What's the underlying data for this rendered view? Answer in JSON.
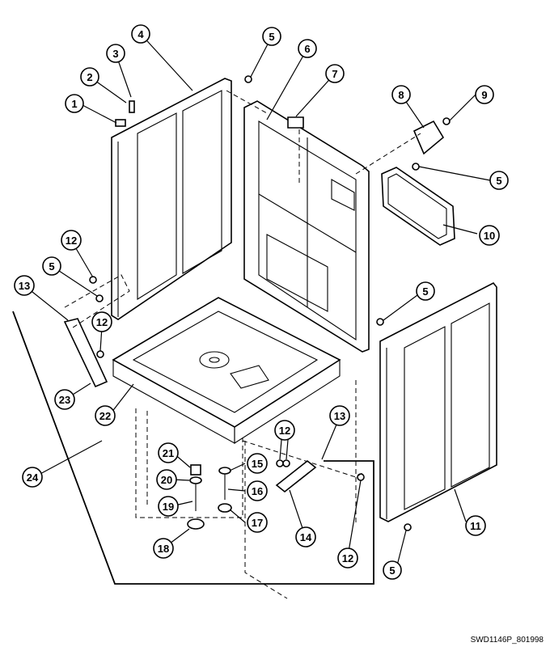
{
  "drawing_code": "SWD1146P_801998",
  "callouts": [
    {
      "label": "1"
    },
    {
      "label": "2"
    },
    {
      "label": "3"
    },
    {
      "label": "4"
    },
    {
      "label": "5"
    },
    {
      "label": "6"
    },
    {
      "label": "7"
    },
    {
      "label": "8"
    },
    {
      "label": "9"
    },
    {
      "label": "5"
    },
    {
      "label": "10"
    },
    {
      "label": "12"
    },
    {
      "label": "5"
    },
    {
      "label": "13"
    },
    {
      "label": "12"
    },
    {
      "label": "5"
    },
    {
      "label": "23"
    },
    {
      "label": "22"
    },
    {
      "label": "24"
    },
    {
      "label": "21"
    },
    {
      "label": "20"
    },
    {
      "label": "19"
    },
    {
      "label": "18"
    },
    {
      "label": "15"
    },
    {
      "label": "16"
    },
    {
      "label": "17"
    },
    {
      "label": "12"
    },
    {
      "label": "13"
    },
    {
      "label": "14"
    },
    {
      "label": "12"
    },
    {
      "label": "11"
    },
    {
      "label": "5"
    }
  ]
}
